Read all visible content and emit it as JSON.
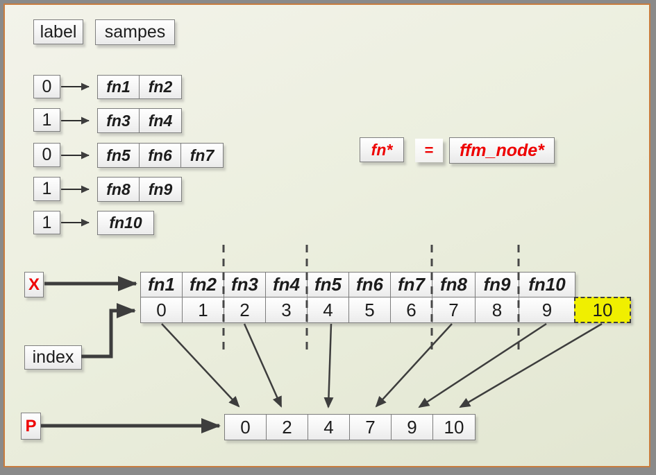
{
  "legend": {
    "label_box": "label",
    "samples_box": "sampes"
  },
  "samples": [
    {
      "label": "0",
      "nodes": [
        "fn1",
        "fn2"
      ]
    },
    {
      "label": "1",
      "nodes": [
        "fn3",
        "fn4"
      ]
    },
    {
      "label": "0",
      "nodes": [
        "fn5",
        "fn6",
        "fn7"
      ]
    },
    {
      "label": "1",
      "nodes": [
        "fn8",
        "fn9"
      ]
    },
    {
      "label": "1",
      "nodes": [
        "fn10"
      ]
    }
  ],
  "type_equation": {
    "left": "fn*",
    "equals": "=",
    "right": "ffm_node*"
  },
  "x_array": {
    "pointer": "X",
    "index_label": "index",
    "features": [
      "fn1",
      "fn2",
      "fn3",
      "fn4",
      "fn5",
      "fn6",
      "fn7",
      "fn8",
      "fn9",
      "fn10"
    ],
    "indices": [
      "0",
      "1",
      "2",
      "3",
      "4",
      "5",
      "6",
      "7",
      "8",
      "9"
    ],
    "highlighted_index": "10"
  },
  "p_array": {
    "pointer": "P",
    "values": [
      "0",
      "2",
      "4",
      "7",
      "9",
      "10"
    ]
  },
  "colors": {
    "highlight_yellow": "#f0ef00",
    "accent_red": "#ee0000",
    "arrow_gray": "#3d3d3d",
    "frame_orange": "#c87c3e",
    "frame_gray": "#8a8a8a"
  }
}
